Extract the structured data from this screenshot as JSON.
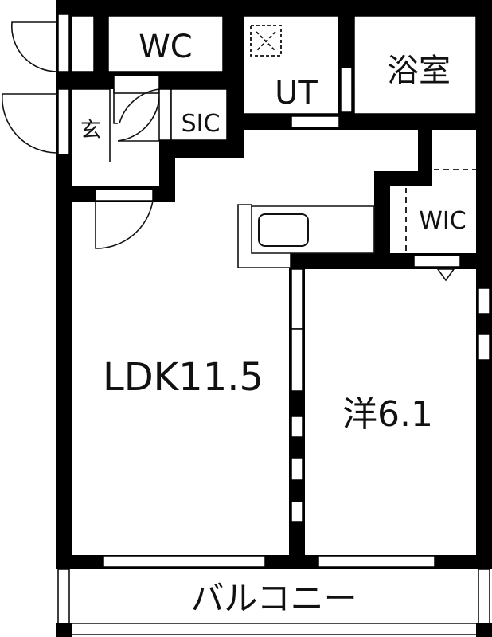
{
  "floorplan": {
    "colors": {
      "wall": "#000000",
      "background": "#ffffff",
      "line": "#111111"
    },
    "rooms": [
      {
        "id": "wc",
        "label": "WC"
      },
      {
        "id": "ut",
        "label": "UT"
      },
      {
        "id": "bath",
        "label": "浴室"
      },
      {
        "id": "entrance",
        "label": "玄"
      },
      {
        "id": "sic",
        "label": "SIC"
      },
      {
        "id": "wic",
        "label": "WIC"
      },
      {
        "id": "ldk",
        "label": "LDK11.5"
      },
      {
        "id": "western",
        "label": "洋6.1"
      },
      {
        "id": "balcony",
        "label": "バルコニー"
      }
    ],
    "fixtures": [
      "washing-machine-space",
      "kitchen-sink",
      "entrance-door",
      "wc-door",
      "hall-door",
      "bath-door",
      "wic-door",
      "sliding-partition"
    ]
  }
}
